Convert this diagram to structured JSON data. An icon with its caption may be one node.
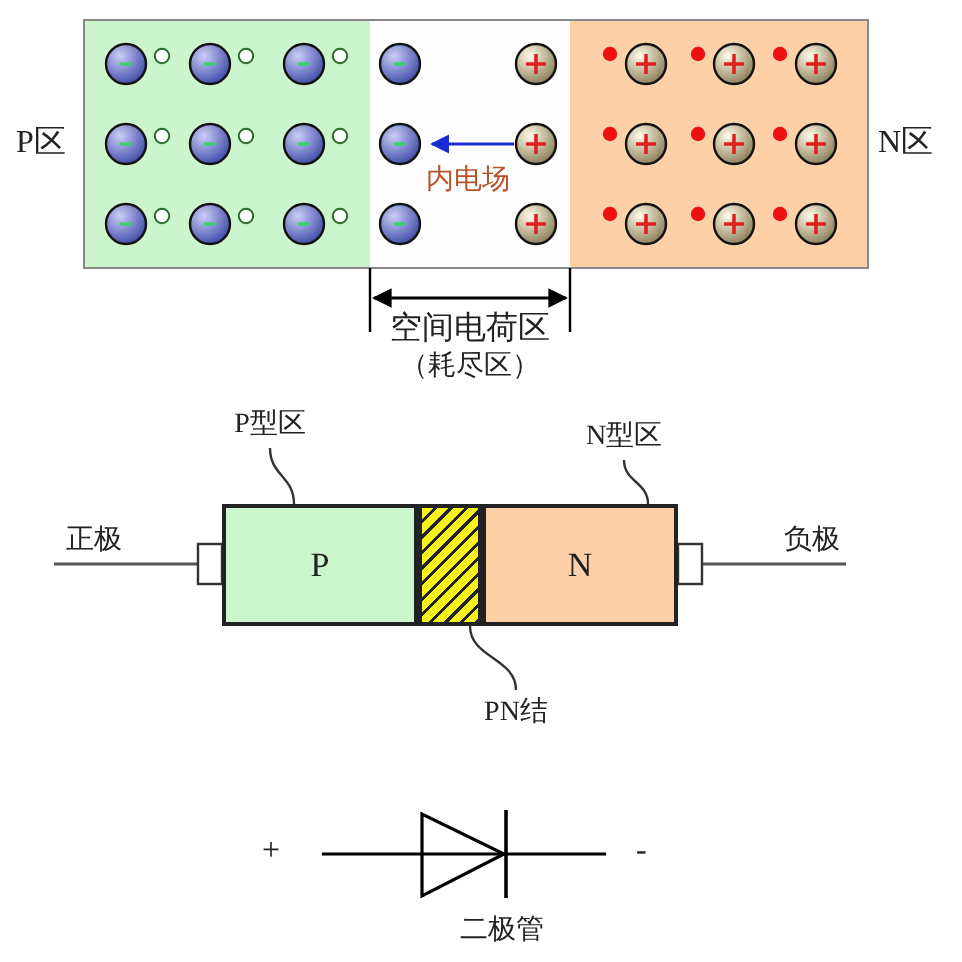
{
  "diagram": {
    "nodes": [
      {
        "text": [
          "P型区"
        ]
      },
      {
        "text": [
          "P"
        ]
      },
      {
        "text": [],
        "shape": "box"
      },
      {
        "text": [
          "N"
        ]
      },
      {
        "text": [
          "N型区"
        ]
      },
      {
        "text": [
          "PN结"
        ]
      }
    ],
    "edges": [
      {
        "from": 0,
        "to": 1,
        "arrow": "none"
      },
      {
        "from": 4,
        "to": 3,
        "arrow": "none"
      },
      {
        "from": 5,
        "to": 2,
        "arrow": "none"
      }
    ],
    "labels": [
      "P区",
      "内电场",
      "N区",
      "空间电荷区",
      "（耗尽区）",
      "正极",
      "负极",
      "+",
      "-",
      "二极管"
    ]
  }
}
